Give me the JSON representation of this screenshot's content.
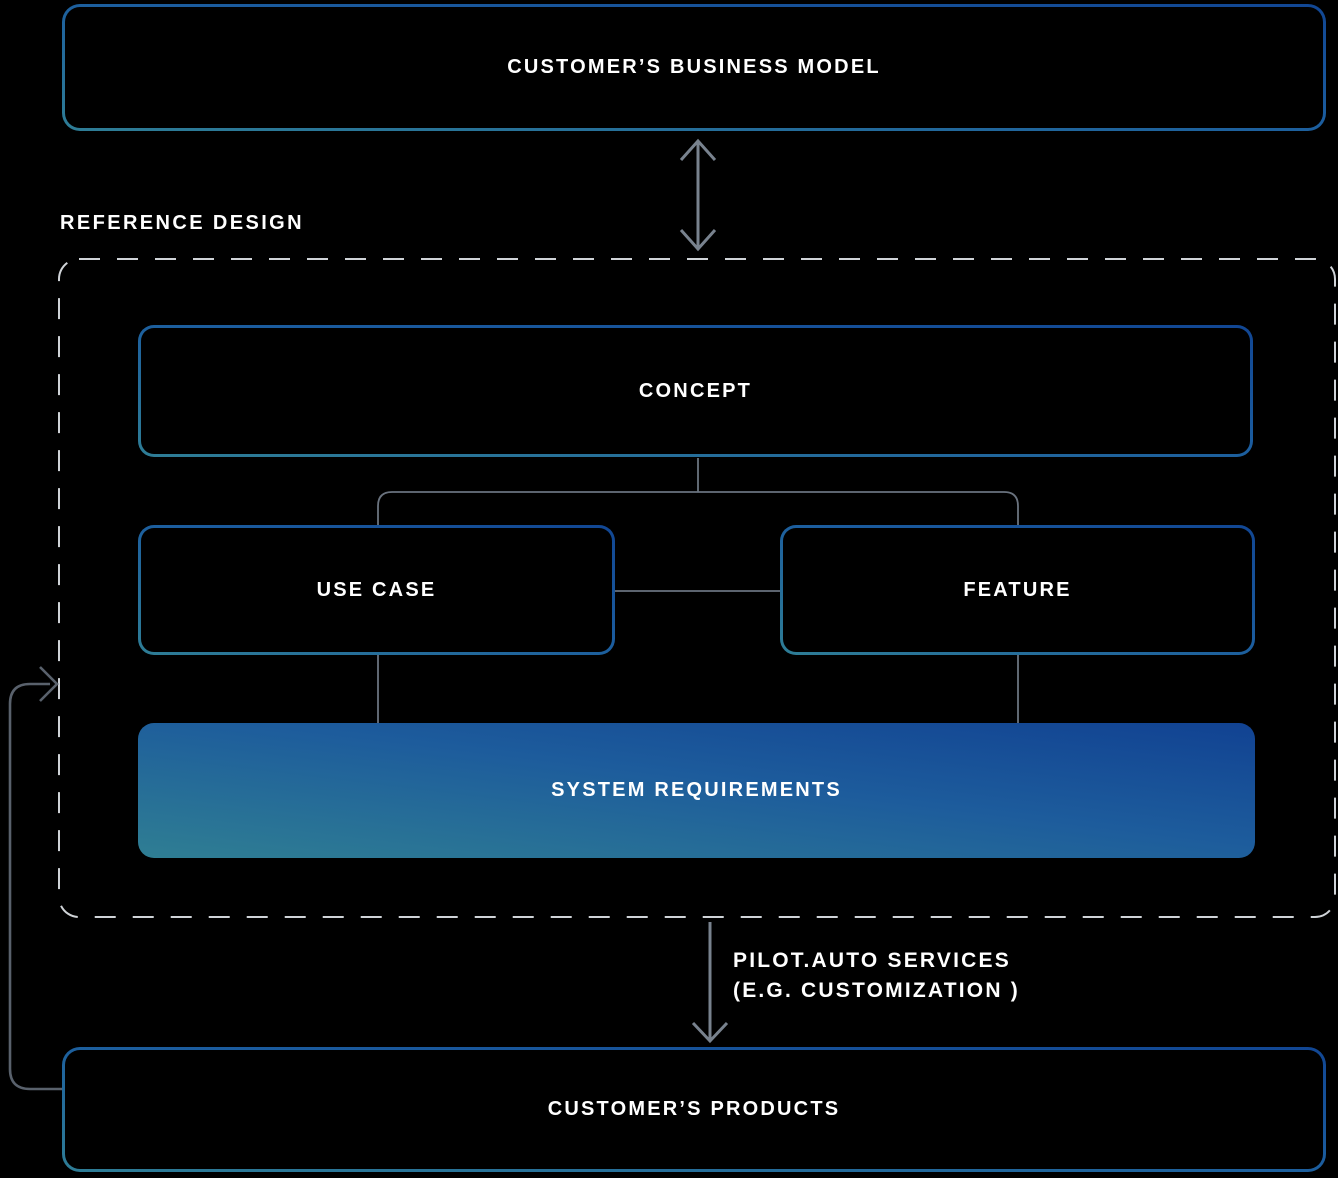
{
  "diagram": {
    "top_node": {
      "label": "CUSTOMER’S BUSINESS MODEL"
    },
    "reference_design": {
      "label": "REFERENCE DESIGN",
      "nodes": {
        "concept": {
          "label": "CONCEPT"
        },
        "use_case": {
          "label": "USE CASE"
        },
        "feature": {
          "label": "FEATURE"
        },
        "system_requirements": {
          "label": "SYSTEM REQUIREMENTS"
        }
      }
    },
    "services_annotation": {
      "line1": "PILOT.AUTO SERVICES",
      "line2": "(E.G. CUSTOMIZATION )"
    },
    "bottom_node": {
      "label": "CUSTOMER’S PRODUCTS"
    },
    "colors": {
      "background": "#000000",
      "accent_teal": "#2E7D96",
      "accent_blue": "#114693",
      "connector_gray": "#6A737F",
      "arrow_gray": "#78828E",
      "loop_gray": "#59616C",
      "dash_gray": "#CFD3D7",
      "text": "#FFFFFF"
    }
  }
}
